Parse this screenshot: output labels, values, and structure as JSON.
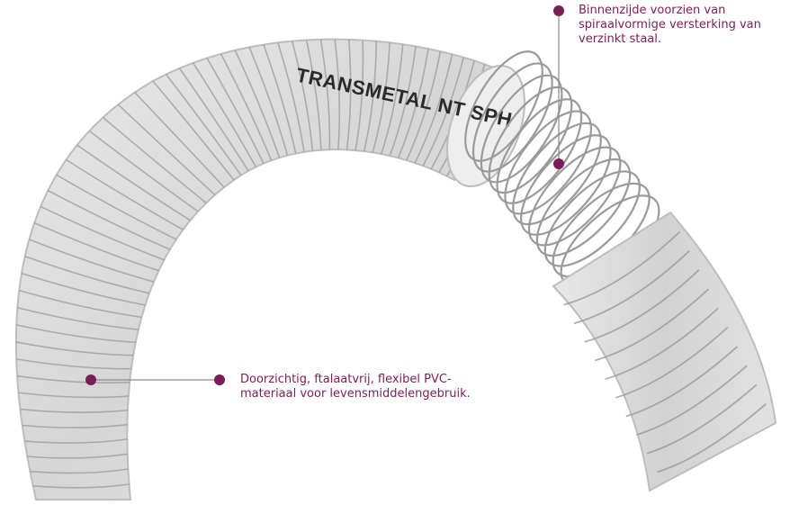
{
  "brand_text": "TRANSMETAL NT SPH",
  "colors": {
    "accent": "#7a1f56",
    "tube_fill": "#dcdcdc",
    "tube_edge": "#b9b9b9",
    "spiral": "#9a9a9a"
  },
  "callouts": {
    "reinforcement": {
      "lines": [
        "Binnenzijde voorzien van",
        "spiraalvormige versterking van",
        "verzinkt staal."
      ]
    },
    "material": {
      "lines": [
        "Doorzichtig, ftalaatvrij, flexibel PVC-",
        "materiaal voor levensmiddelengebruik."
      ]
    }
  }
}
